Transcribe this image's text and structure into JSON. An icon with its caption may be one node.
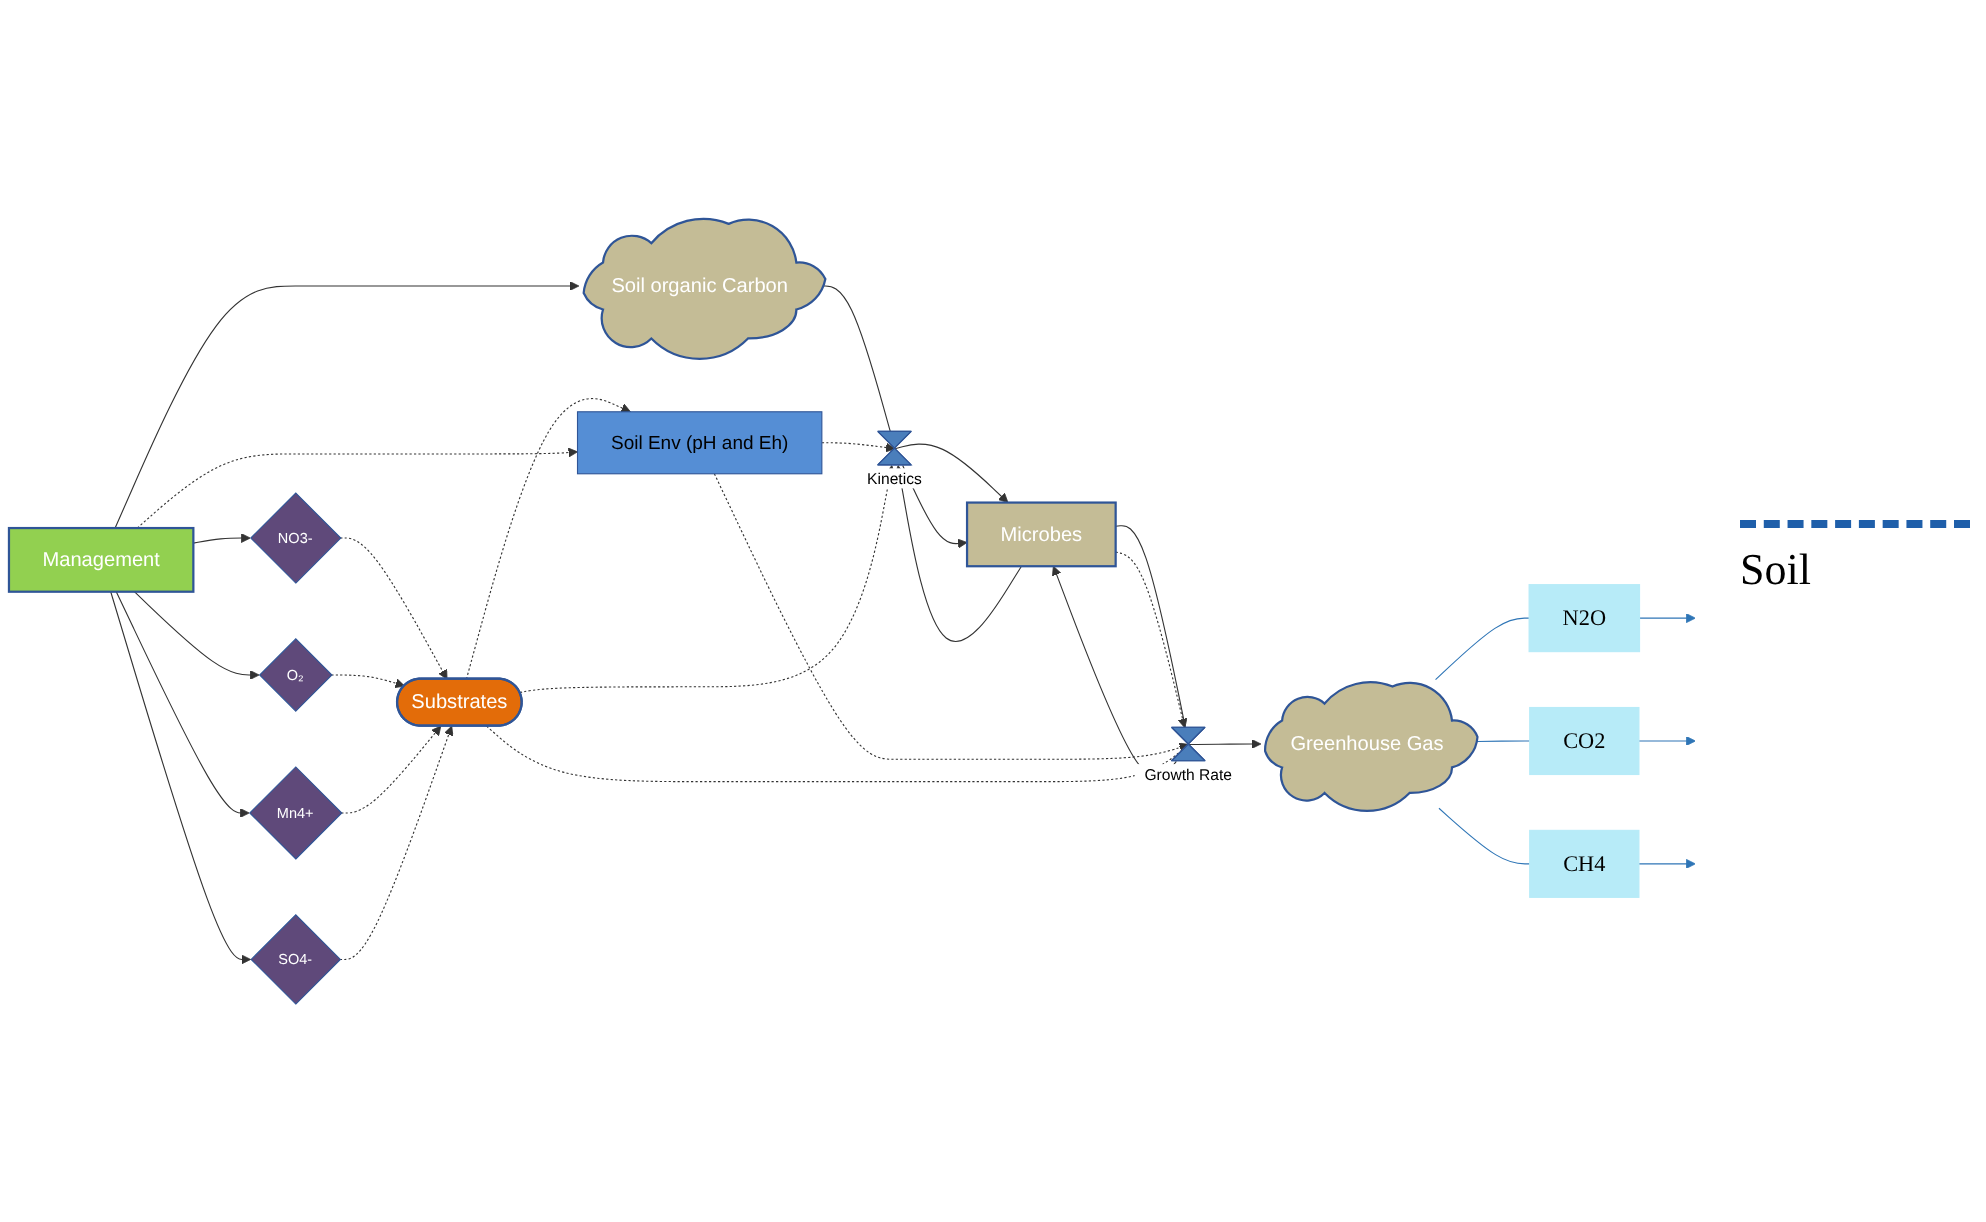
{
  "diagram": {
    "nodes": [
      {
        "text": [
          "Soil organic Carbon"
        ]
      },
      {
        "text": [],
        "shape": "valve",
        "beside": [
          "Kinetics"
        ]
      },
      {
        "text": [
          "Microbes"
        ]
      },
      {
        "text": [],
        "shape": "valve",
        "beside": [
          "Growth Rate"
        ]
      },
      {
        "text": [
          "Greenhouse Gas"
        ]
      },
      {
        "text": [
          "N2O"
        ]
      },
      {
        "text": [
          "CO2"
        ]
      },
      {
        "text": [
          "CH4"
        ]
      },
      {
        "text": [
          "Soil Env (pH and Eh)"
        ]
      },
      {
        "text": [
          "Substrates"
        ]
      },
      {
        "text": [
          "SO4-"
        ]
      },
      {
        "text": [
          "NO3-"
        ]
      },
      {
        "text": [
          "O₂"
        ]
      },
      {
        "text": [
          "Mn4+"
        ]
      },
      {
        "text": [
          "Management"
        ]
      }
    ],
    "edges": [
      {
        "from": 0,
        "to": 1,
        "arrow": "none"
      },
      {
        "from": 1,
        "to": 2,
        "arrow": "to"
      },
      {
        "from": 1,
        "to": 2,
        "arrow": "to"
      },
      {
        "from": 2,
        "to": 1,
        "arrow": "to"
      },
      {
        "from": 2,
        "to": 3,
        "arrow": "none"
      },
      {
        "from": 3,
        "to": 4,
        "arrow": "to"
      },
      {
        "from": 3,
        "to": 2,
        "arrow": "to"
      },
      {
        "from": 2,
        "to": 3,
        "arrow": "to",
        "style": "dashed"
      },
      {
        "from": 4,
        "to": 5,
        "arrow": "none",
        "color": "#2e75b6"
      },
      {
        "from": 5,
        "to": null,
        "arrow": "to",
        "color": "#2e75b6"
      },
      {
        "from": 4,
        "to": 6,
        "arrow": "none",
        "color": "#2e75b6"
      },
      {
        "from": 6,
        "to": null,
        "arrow": "to",
        "color": "#2e75b6"
      },
      {
        "from": 4,
        "to": 7,
        "arrow": "none",
        "color": "#2e75b6"
      },
      {
        "from": 7,
        "to": null,
        "arrow": "to",
        "color": "#2e75b6"
      },
      {
        "from": 8,
        "to": 1,
        "arrow": "to",
        "style": "dashed"
      },
      {
        "from": 9,
        "to": 1,
        "arrow": "to",
        "style": "dashed"
      },
      {
        "from": 8,
        "to": 3,
        "arrow": "to",
        "style": "dashed"
      },
      {
        "from": 9,
        "to": 3,
        "arrow": "to",
        "style": "dashed"
      },
      {
        "from": 9,
        "to": 8,
        "arrow": "to",
        "style": "dashed"
      },
      {
        "from": 11,
        "to": 9,
        "arrow": "to",
        "style": "dashed"
      },
      {
        "from": 12,
        "to": 9,
        "arrow": "to",
        "style": "dashed"
      },
      {
        "from": 13,
        "to": 9,
        "arrow": "to",
        "style": "dashed"
      },
      {
        "from": 10,
        "to": 9,
        "arrow": "to",
        "style": "dashed"
      },
      {
        "from": 14,
        "to": 8,
        "arrow": "to",
        "style": "dashed"
      },
      {
        "from": 14,
        "to": 0,
        "arrow": "to"
      },
      {
        "from": 14,
        "to": 11,
        "arrow": "to"
      },
      {
        "from": 14,
        "to": 12,
        "arrow": "to"
      },
      {
        "from": 14,
        "to": 10,
        "arrow": "to"
      },
      {
        "from": 14,
        "to": 13,
        "arrow": "to"
      }
    ],
    "labels": [
      "Soil"
    ]
  }
}
